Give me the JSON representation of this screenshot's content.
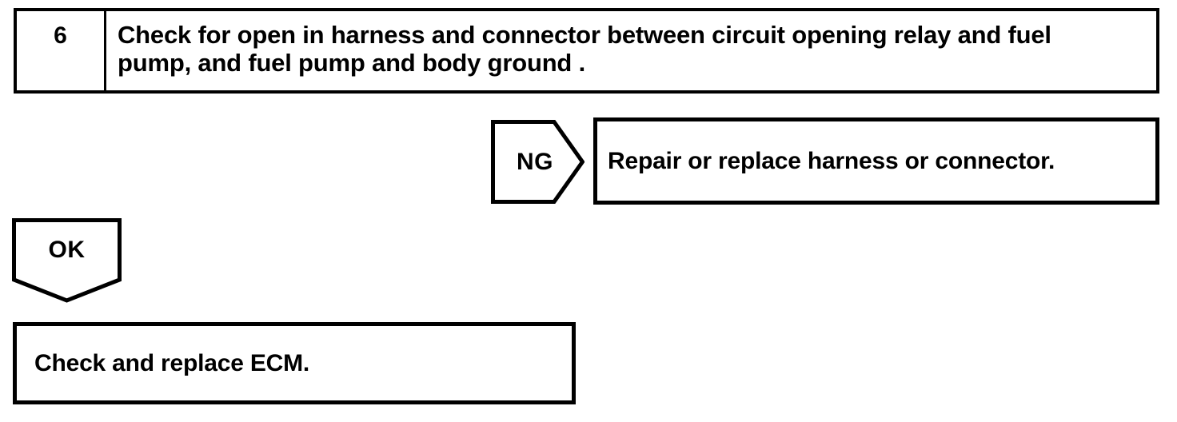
{
  "document": {
    "background_color": "#ffffff",
    "ink_color": "#000000"
  },
  "flowchart": {
    "step": {
      "number": "6",
      "instruction": "Check for open in harness and connector between circuit opening relay and fuel pump, and fuel pump and body ground ."
    },
    "ng_branch": {
      "connector_label": "NG",
      "action": "Repair or replace harness or connector."
    },
    "ok_branch": {
      "connector_label": "OK",
      "action": "Check and replace ECM."
    }
  }
}
